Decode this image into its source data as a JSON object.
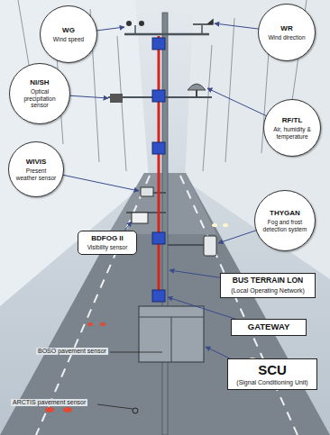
{
  "diagram": {
    "nodes": [
      {
        "text": [
          "WG",
          "Wind speed"
        ]
      },
      {
        "text": [
          "WR",
          "Wind direction"
        ]
      },
      {
        "text": [
          "NI/SH",
          "Optical precipitation sensor"
        ]
      },
      {
        "text": [
          "RF/TL",
          "Air, humidity & temperature"
        ]
      },
      {
        "text": [
          "WIVIS",
          "Present weather sensor"
        ]
      },
      {
        "text": [
          "THYGAN",
          "Fog and frost detection system"
        ]
      },
      {
        "text": [
          "BDFOG II",
          "Visibility sensor"
        ]
      },
      {
        "text": [
          "BUS TERRAIN LON",
          "(Local Operating Network)"
        ]
      },
      {
        "text": [
          "GATEWAY"
        ]
      },
      {
        "text": [
          "SCU",
          "(Signal Conditioning Unit)"
        ]
      }
    ],
    "labels": [
      "BOSO pavement sensor",
      "ARCTIS pavement sensor"
    ]
  }
}
